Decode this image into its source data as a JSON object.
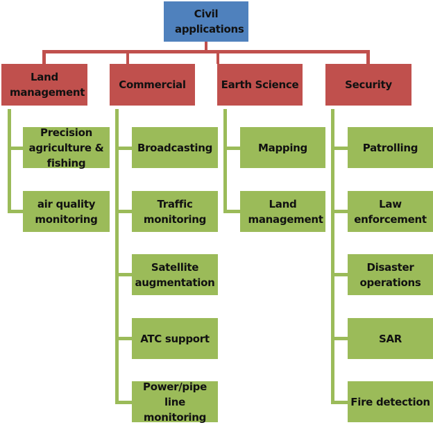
{
  "root": {
    "label": "Civil applications"
  },
  "colors": {
    "root": "#4f81bd",
    "category": "#c0504d",
    "leaf": "#9bbb59"
  },
  "categories": [
    {
      "label": "Land management",
      "children": [
        "Precision agriculture & fishing",
        "air quality monitoring"
      ]
    },
    {
      "label": "Commercial",
      "children": [
        "Broadcasting",
        "Traffic monitoring",
        "Satellite augmentation",
        "ATC support",
        "Power/pipe line monitoring"
      ]
    },
    {
      "label": "Earth Science",
      "children": [
        "Mapping",
        "Land management"
      ]
    },
    {
      "label": "Security",
      "children": [
        "Patrolling",
        "Law enforcement",
        "Disaster operations",
        "SAR",
        "Fire detection"
      ]
    }
  ]
}
